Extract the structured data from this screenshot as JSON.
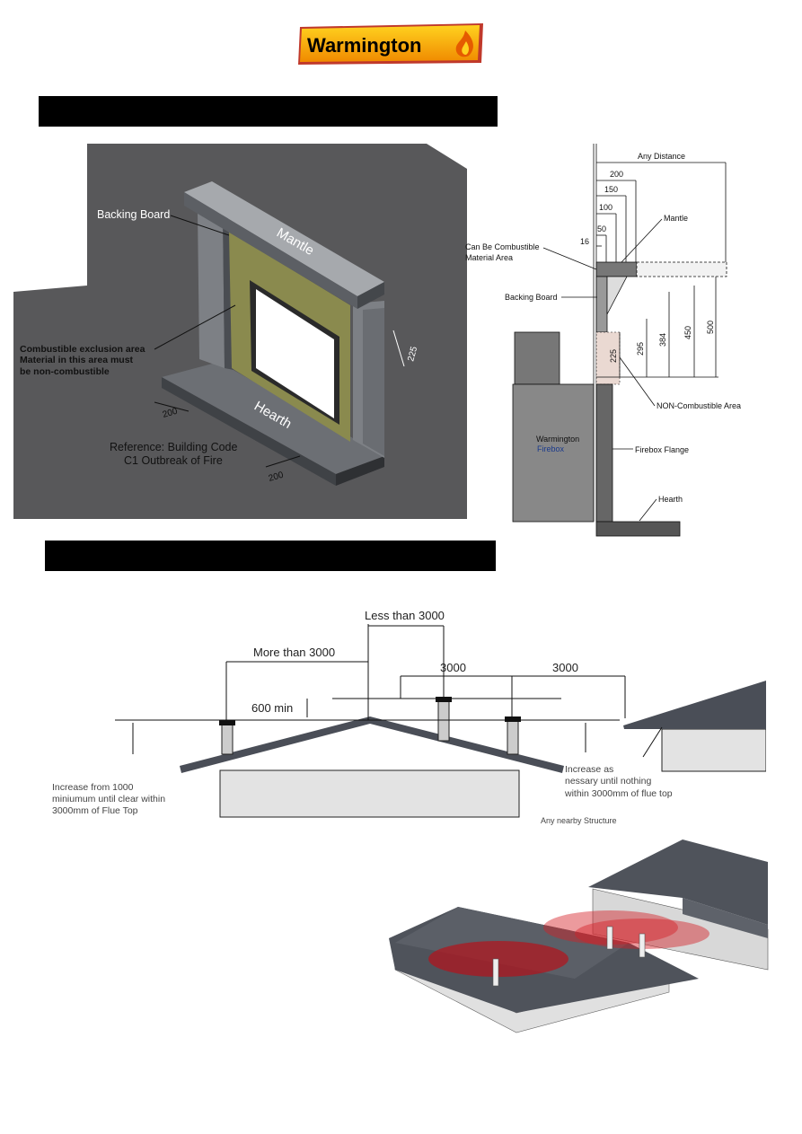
{
  "logo": {
    "text": "Warmington",
    "flame_icon": "flame-icon"
  },
  "section_bars": [
    "",
    ""
  ],
  "fireplace_iso": {
    "backing_board": "Backing Board",
    "mantle": "Mantle",
    "hearth": "Hearth",
    "dim_225": "225",
    "dim_200_left": "200",
    "dim_200_right": "200",
    "exclusion_note": [
      "Combustible exclusion area",
      "Material in this area must",
      "be non-combustible"
    ],
    "reference": [
      "Reference: Building Code",
      "C1 Outbreak of Fire"
    ]
  },
  "side_section": {
    "any_distance": "Any Distance",
    "d200": "200",
    "d150": "150",
    "d100": "100",
    "d50": "50",
    "d16": "16",
    "mantle": "Mantle",
    "combustible": [
      "Can Be Combustible",
      "Material Area"
    ],
    "backing_board": "Backing Board",
    "v225": "225",
    "v295": "295",
    "v384": "384",
    "v450": "450",
    "v500": "500",
    "non_combustible": "NON-Combustible Area",
    "firebox": [
      "Warmington",
      "Firebox"
    ],
    "firebox_flange": "Firebox Flange",
    "hearth": "Hearth"
  },
  "flue": {
    "less_than": "Less than 3000",
    "more_than": "More than 3000",
    "d3000_a": "3000",
    "d3000_b": "3000",
    "min600": "600 min",
    "increase_left": [
      "Increase from 1000",
      "miniumum until clear within",
      "3000mm of Flue Top"
    ],
    "increase_right": [
      "Increase as",
      "nessary until nothing",
      "within 3000mm of flue top"
    ],
    "nearby": "Any nearby Structure"
  },
  "colors": {
    "wall": "#58585a",
    "roof": "#4a4e57",
    "zone": "#b5121b"
  }
}
